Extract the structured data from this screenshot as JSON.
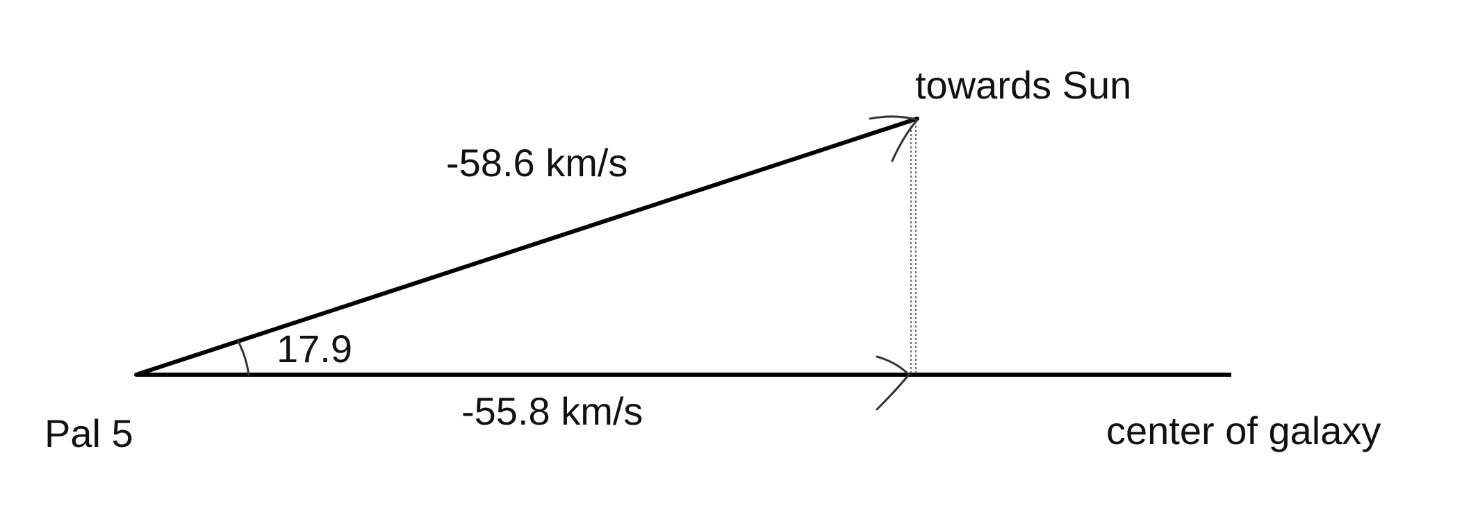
{
  "labels": {
    "origin": "Pal 5",
    "sun_direction": "towards Sun",
    "galaxy_direction": "center of galaxy",
    "radial_velocity": "-58.6 km/s",
    "projected_velocity": "-55.8 km/s",
    "angle": "17.9"
  },
  "colors": {
    "stroke": "#000000",
    "text": "#111111",
    "background": "#ffffff"
  }
}
